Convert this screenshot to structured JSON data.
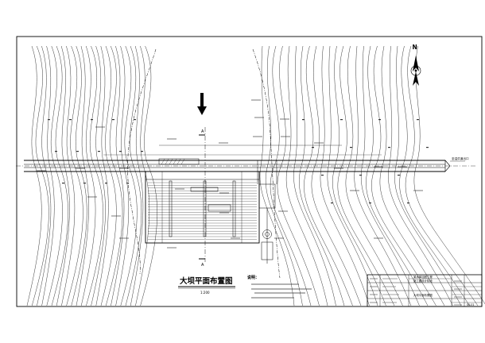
{
  "plan": {
    "title": "大坝平面布置图",
    "scale": "1:200",
    "compass_label": "N",
    "notes_heading": "说明：",
    "section_marks": [
      "A",
      "A"
    ],
    "side_note": "至溢洪道出口"
  },
  "title_block": {
    "project_rows": [
      "某水库加固工程",
      "施工图设计阶段"
    ],
    "drawing_name": "大坝平面布置图",
    "drawing_no": "SK-01"
  }
}
